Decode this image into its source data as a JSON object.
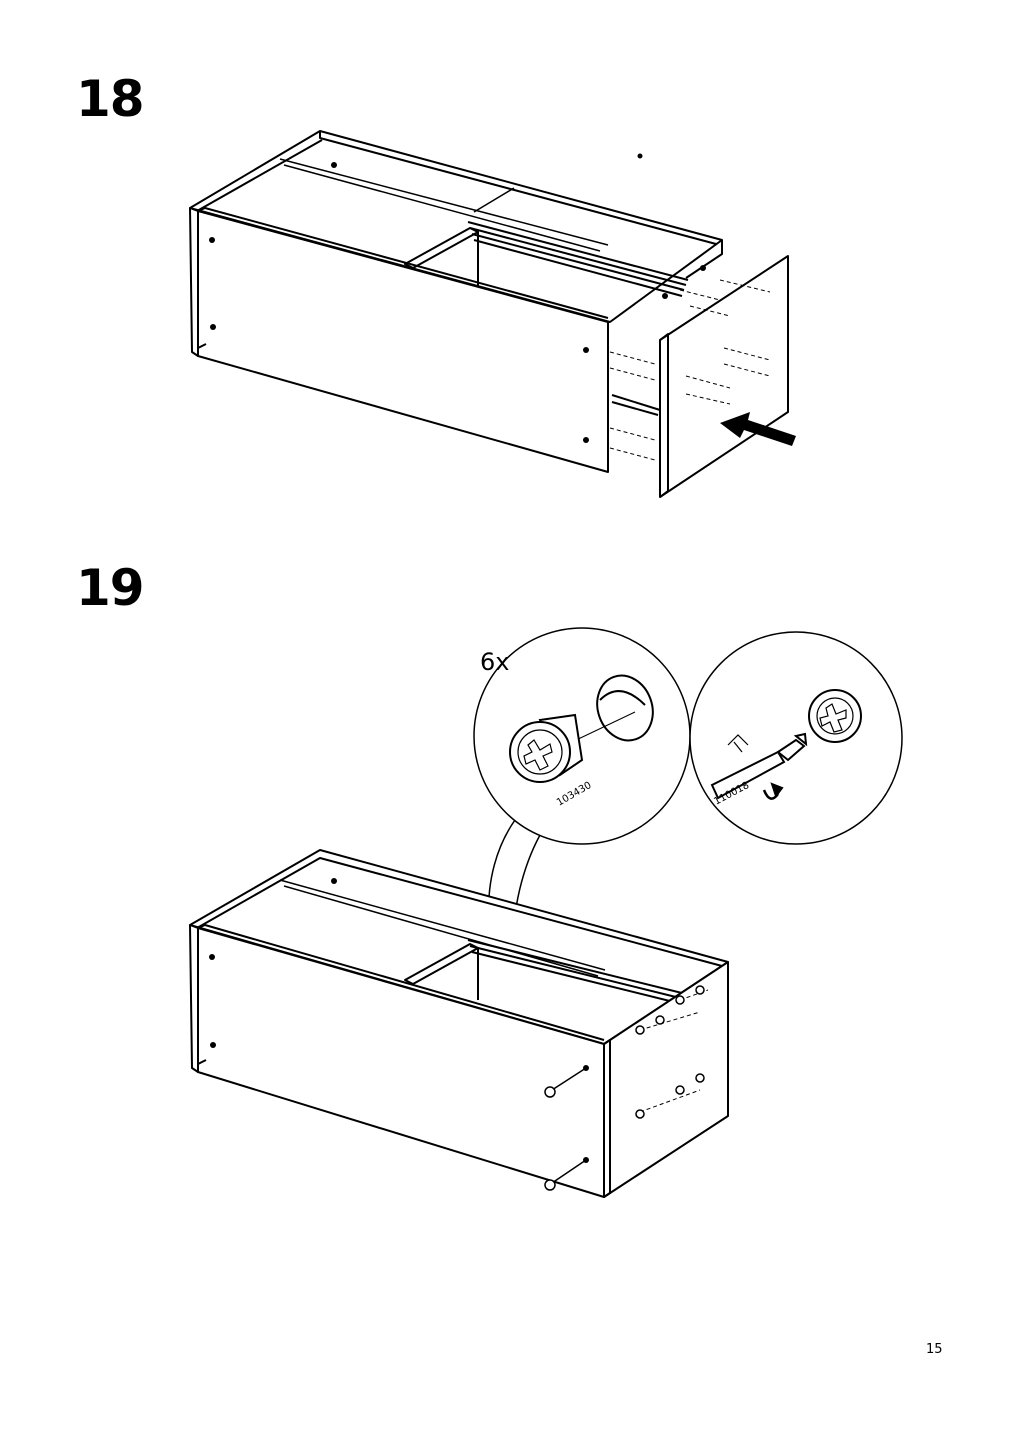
{
  "steps": [
    {
      "number": "18"
    },
    {
      "number": "19",
      "quantity_label": "6x",
      "part_cam_lock": "103430",
      "part_screwdriver": "110018"
    }
  ],
  "page_number": "15",
  "icons": [
    "insertion-arrow-icon",
    "rotate-clockwise-icon",
    "screwdriver-icon",
    "cam-lock-icon"
  ]
}
